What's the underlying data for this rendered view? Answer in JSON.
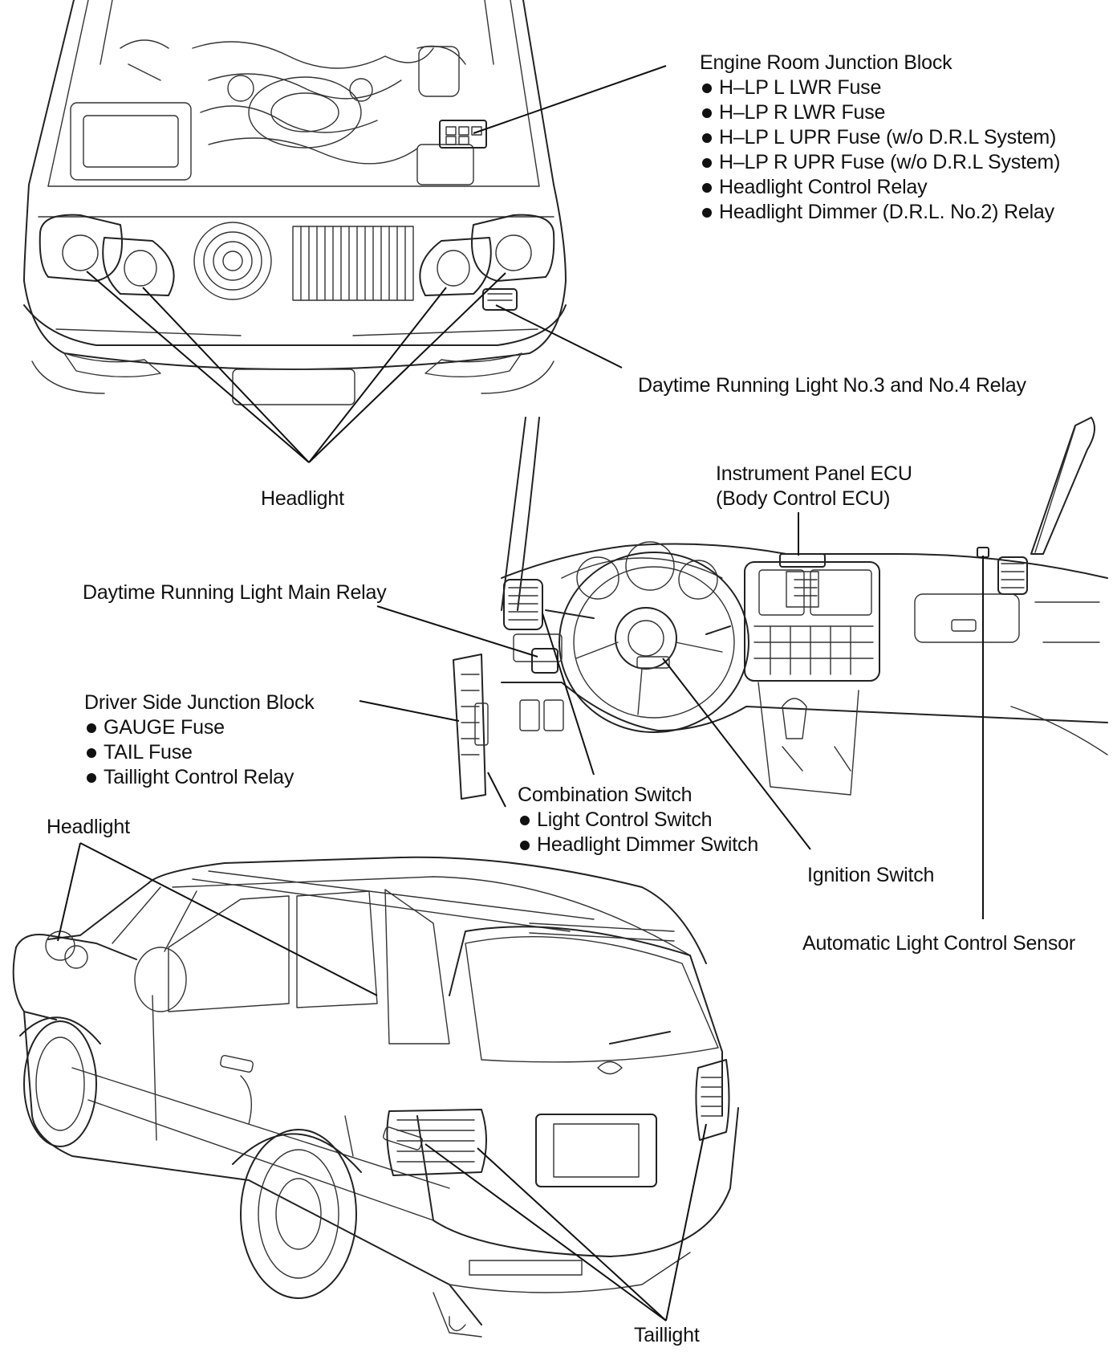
{
  "callouts": {
    "engine_room_jb": {
      "title": "Engine Room Junction Block",
      "items": [
        "H–LP L LWR Fuse",
        "H–LP R LWR Fuse",
        "H–LP L UPR Fuse (w/o D.R.L System)",
        "H–LP R UPR Fuse (w/o D.R.L System)",
        "Headlight Control Relay",
        "Headlight Dimmer (D.R.L. No.2) Relay"
      ]
    },
    "drl_34_relay": "Daytime Running Light No.3 and No.4 Relay",
    "headlight_front": "Headlight",
    "instrument_ecu": {
      "line1": "Instrument Panel ECU",
      "line2": "(Body Control ECU)"
    },
    "drl_main_relay": "Daytime Running Light Main Relay",
    "driver_jb": {
      "title": "Driver Side Junction Block",
      "items": [
        "GAUGE Fuse",
        "TAIL Fuse",
        "Taillight Control Relay"
      ]
    },
    "combination_switch": {
      "title": "Combination Switch",
      "items": [
        "Light Control Switch",
        "Headlight Dimmer Switch"
      ]
    },
    "ignition_switch": "Ignition Switch",
    "auto_light_sensor": "Automatic Light Control Sensor",
    "headlight_side": "Headlight",
    "taillight": "Taillight"
  }
}
